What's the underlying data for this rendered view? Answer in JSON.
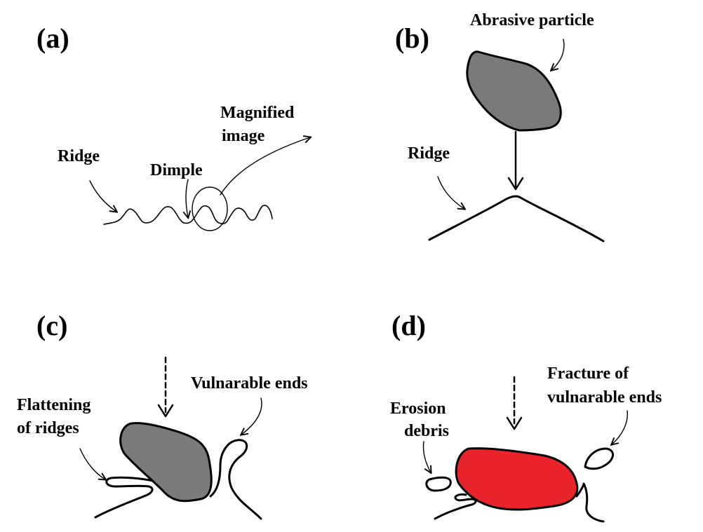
{
  "panels": {
    "a": {
      "letter": "(a)",
      "ridge": "Ridge",
      "dimple": "Dimple",
      "magnified_line1": "Magnified",
      "magnified_line2": "image"
    },
    "b": {
      "letter": "(b)",
      "abrasive": "Abrasive particle",
      "ridge": "Ridge"
    },
    "c": {
      "letter": "(c)",
      "flattening_line1": "Flattening",
      "flattening_line2": "of ridges",
      "vulnerable": "Vulnarable ends"
    },
    "d": {
      "letter": "(d)",
      "erosion_line1": "Erosion",
      "erosion_line2": "debris",
      "fracture_line1": "Fracture of",
      "fracture_line2": "vulnarable ends"
    }
  },
  "colors": {
    "particle_gray": "#7a7a7a",
    "particle_red": "#e8232a",
    "ink": "#000000"
  }
}
